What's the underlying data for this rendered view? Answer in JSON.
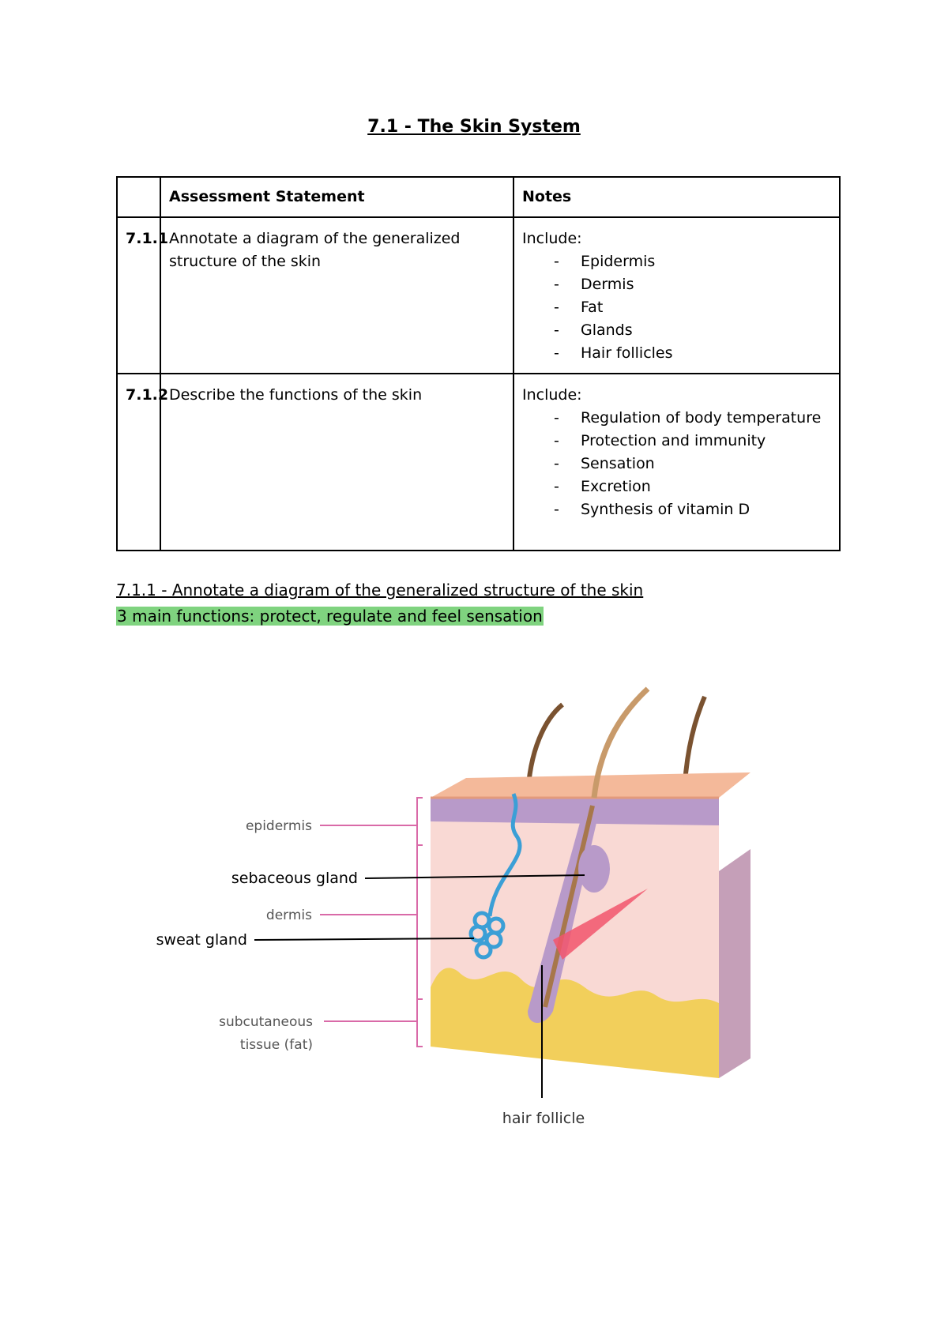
{
  "title": "7.1 - The Skin System",
  "table": {
    "headers": [
      "",
      "Assessment Statement",
      "Notes"
    ],
    "rows": [
      {
        "id": "7.1.1",
        "statement": "Annotate a diagram of the generalized structure of the skin",
        "notes_intro": "Include:",
        "notes": [
          "Epidermis",
          "Dermis",
          "Fat",
          "Glands",
          "Hair follicles"
        ]
      },
      {
        "id": "7.1.2",
        "statement": "Describe the functions of the skin",
        "notes_intro": "Include:",
        "notes": [
          "Regulation of body temperature",
          "Protection and immunity",
          "Sensation",
          "Excretion",
          "Synthesis of vitamin D"
        ]
      }
    ]
  },
  "section_heading": "7.1.1 - Annotate a diagram of the generalized structure of the skin",
  "highlight_text": "3 main functions: protect, regulate and feel sensation",
  "diagram": {
    "labels": {
      "epidermis": "epidermis",
      "sebaceous": "sebaceous gland",
      "dermis": "dermis",
      "sweat": "sweat gland",
      "subcutaneous_1": "subcutaneous",
      "subcutaneous_2": "tissue (fat)",
      "hair_follicle": "hair follicle"
    },
    "colors": {
      "highlight": "#7fd37f",
      "pink_label_line": "#d96aa8",
      "sweat_gland": "#3b9fd6",
      "fat": "#f2cf5b",
      "dermis": "#f9d9d4",
      "epidermis": "#b89ac9"
    }
  }
}
